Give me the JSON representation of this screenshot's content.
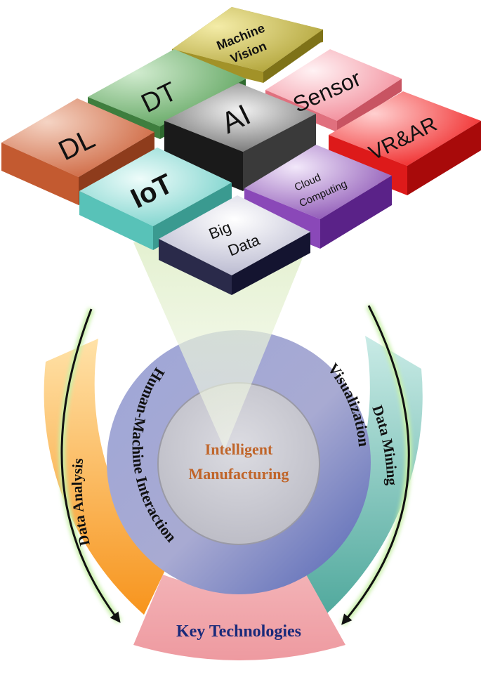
{
  "tiles": {
    "machine_vision": {
      "line1": "Machine",
      "line2": "Vision"
    },
    "dt": "DT",
    "sensor": "Sensor",
    "dl": "DL",
    "ai": "AI",
    "vr_ar": "VR&AR",
    "iot": "IoT",
    "cloud": {
      "line1": "Cloud",
      "line2": "Computing"
    },
    "big_data": {
      "line1": "Big",
      "line2": "Data"
    }
  },
  "rings": {
    "center": {
      "line1": "Intelligent",
      "line2": "Manufacturing"
    },
    "human_machine": "Human-Machine Interaction",
    "visualization": "Visualization",
    "data_analysis": "Data Analysis",
    "data_mining": "Data Mining",
    "key_technologies": "Key Technologies"
  },
  "colors": {
    "center_text": "#c0652a",
    "key_text": "#1a2a7a",
    "ring_text": "#111111"
  }
}
